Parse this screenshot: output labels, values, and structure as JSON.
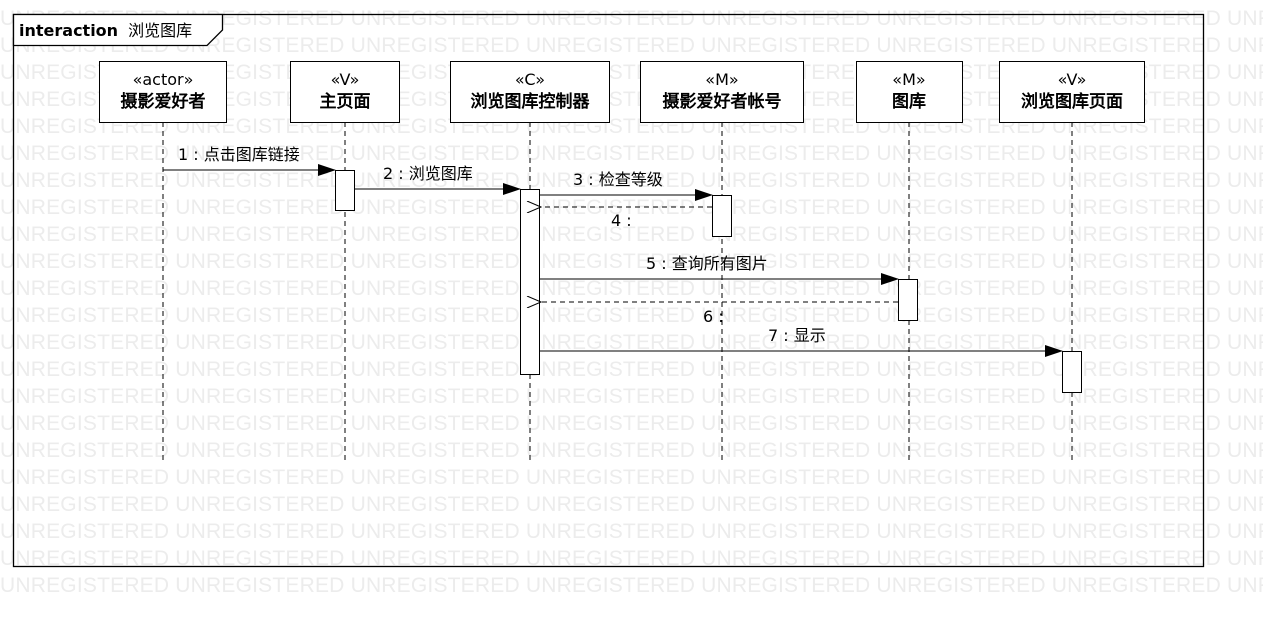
{
  "watermark": "UNREGISTERED",
  "frame": {
    "keyword": "interaction",
    "name": "浏览图库"
  },
  "lifelines": [
    {
      "id": "actor",
      "stereotype": "«actor»",
      "name": "摄影爱好者"
    },
    {
      "id": "main",
      "stereotype": "«V»",
      "name": "主页面"
    },
    {
      "id": "ctrl",
      "stereotype": "«C»",
      "name": "浏览图库控制器"
    },
    {
      "id": "account",
      "stereotype": "«M»",
      "name": "摄影爱好者帐号"
    },
    {
      "id": "gallery",
      "stereotype": "«M»",
      "name": "图库"
    },
    {
      "id": "view",
      "stereotype": "«V»",
      "name": "浏览图库页面"
    }
  ],
  "messages": [
    {
      "label": "1 : 点击图库链接",
      "from": "actor",
      "to": "main",
      "kind": "call"
    },
    {
      "label": "2 : 浏览图库",
      "from": "main",
      "to": "ctrl",
      "kind": "call"
    },
    {
      "label": "3 : 检查等级",
      "from": "ctrl",
      "to": "account",
      "kind": "call"
    },
    {
      "label": "4 :",
      "from": "account",
      "to": "ctrl",
      "kind": "return"
    },
    {
      "label": "5 : 查询所有图片",
      "from": "ctrl",
      "to": "gallery",
      "kind": "call"
    },
    {
      "label": "6 :",
      "from": "gallery",
      "to": "ctrl",
      "kind": "return"
    },
    {
      "label": "7 : 显示",
      "from": "ctrl",
      "to": "view",
      "kind": "call"
    }
  ],
  "colors": {
    "line": "#000000",
    "watermark": "#ececec",
    "background": "#ffffff"
  }
}
